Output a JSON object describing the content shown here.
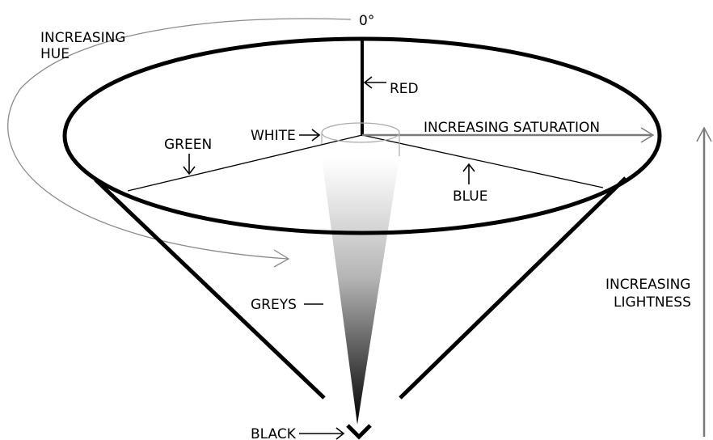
{
  "colors": {
    "outline": "#000000",
    "hue_arrow": "#8a8a8a",
    "axis_arrow": "#7a7a7a",
    "grey_top": "#ffffff",
    "grey_bottom": "#000000"
  },
  "labels": {
    "zero_degrees": "0°",
    "increasing_hue_line1": "INCREASING",
    "increasing_hue_line2": "HUE",
    "red": "RED",
    "white": "WHITE",
    "green": "GREEN",
    "blue": "BLUE",
    "increasing_saturation": "INCREASING SATURATION",
    "greys": "GREYS",
    "increasing_lightness_line1": "INCREASING",
    "increasing_lightness_line2": "LIGHTNESS",
    "black": "BLACK"
  }
}
